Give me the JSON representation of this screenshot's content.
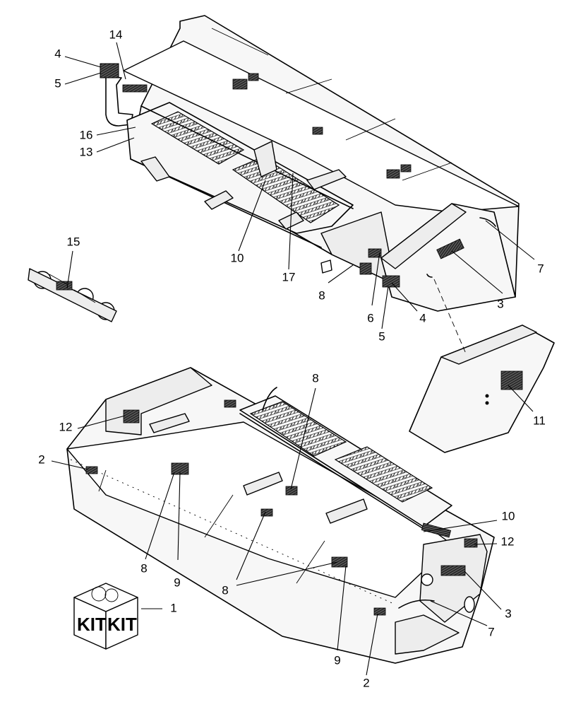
{
  "diagram": {
    "kit_labels": [
      "KIT",
      "KIT"
    ],
    "callouts": [
      {
        "id": "c-top-4",
        "label": "4"
      },
      {
        "id": "c-top-5",
        "label": "5"
      },
      {
        "id": "c-top-14",
        "label": "14"
      },
      {
        "id": "c-top-16",
        "label": "16"
      },
      {
        "id": "c-top-13",
        "label": "13"
      },
      {
        "id": "c-top-15",
        "label": "15"
      },
      {
        "id": "c-top-10",
        "label": "10"
      },
      {
        "id": "c-top-17",
        "label": "17"
      },
      {
        "id": "c-top-8",
        "label": "8"
      },
      {
        "id": "c-top-6",
        "label": "6"
      },
      {
        "id": "c-top-5b",
        "label": "5"
      },
      {
        "id": "c-top-4b",
        "label": "4"
      },
      {
        "id": "c-top-3",
        "label": "3"
      },
      {
        "id": "c-top-7",
        "label": "7"
      },
      {
        "id": "c-top-11",
        "label": "11"
      },
      {
        "id": "c-bot-8a",
        "label": "8"
      },
      {
        "id": "c-bot-12a",
        "label": "12"
      },
      {
        "id": "c-bot-2a",
        "label": "2"
      },
      {
        "id": "c-bot-8b",
        "label": "8"
      },
      {
        "id": "c-bot-9a",
        "label": "9"
      },
      {
        "id": "c-bot-8c",
        "label": "8"
      },
      {
        "id": "c-bot-10",
        "label": "10"
      },
      {
        "id": "c-bot-12b",
        "label": "12"
      },
      {
        "id": "c-bot-3",
        "label": "3"
      },
      {
        "id": "c-bot-9b",
        "label": "9"
      },
      {
        "id": "c-bot-7",
        "label": "7"
      },
      {
        "id": "c-bot-2b",
        "label": "2"
      },
      {
        "id": "c-kit-1",
        "label": "1"
      }
    ]
  }
}
